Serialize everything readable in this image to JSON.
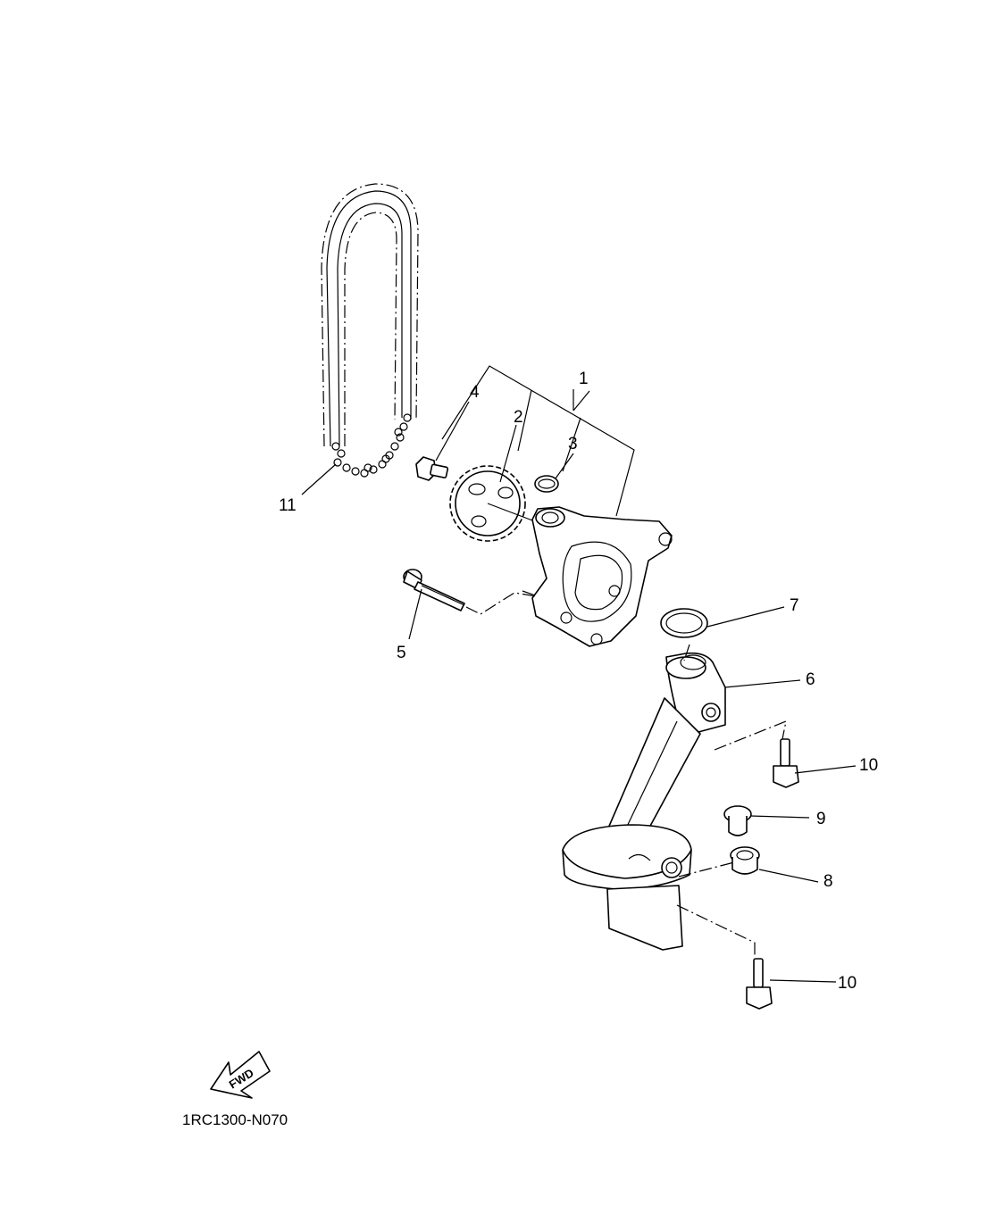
{
  "diagram": {
    "callouts": {
      "c1": "1",
      "c2": "2",
      "c3": "3",
      "c4": "4",
      "c5": "5",
      "c6": "6",
      "c7": "7",
      "c8": "8",
      "c9": "9",
      "c10a": "10",
      "c10b": "10",
      "c11": "11"
    },
    "fwd_arrow_text": "FWD",
    "drawing_code": "1RC1300-N070"
  }
}
